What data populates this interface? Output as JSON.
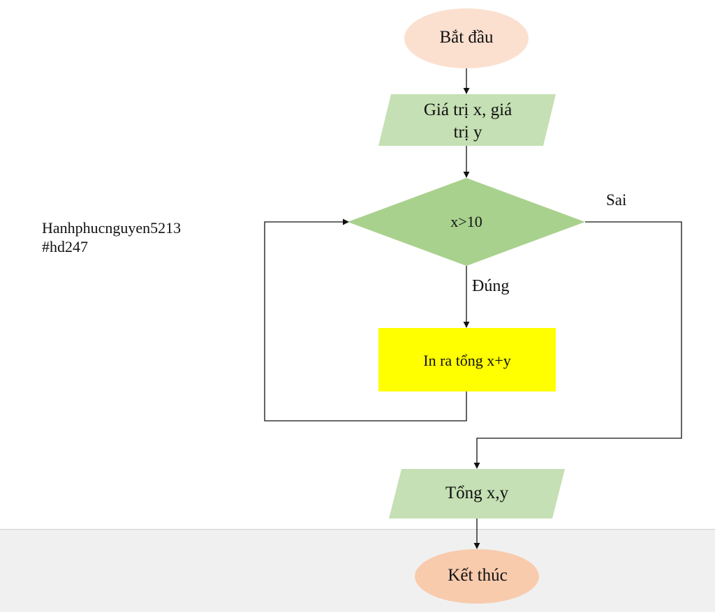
{
  "diagram": {
    "nodes": {
      "start": {
        "text": "Bắt đầu",
        "shape": "ellipse",
        "fill": "#fbe0d0"
      },
      "input": {
        "line1": "Giá trị x, giá",
        "line2": "trị y",
        "shape": "parallelogram",
        "fill": "#c5e0b4"
      },
      "decision": {
        "text": "x>10",
        "shape": "diamond",
        "fill": "#a9d18e"
      },
      "process": {
        "text": "In ra tổng x+y",
        "shape": "rectangle",
        "fill": "#ffff00"
      },
      "output": {
        "text": "Tổng x,y",
        "shape": "parallelogram",
        "fill": "#c5e0b4"
      },
      "end": {
        "text": "Kết thúc",
        "shape": "ellipse",
        "fill": "#f8cbad"
      }
    },
    "edges": {
      "true_label": "Đúng",
      "false_label": "Sai"
    }
  },
  "watermark": {
    "line1": "Hanhphucnguyen5213",
    "line2": "#hd247"
  }
}
